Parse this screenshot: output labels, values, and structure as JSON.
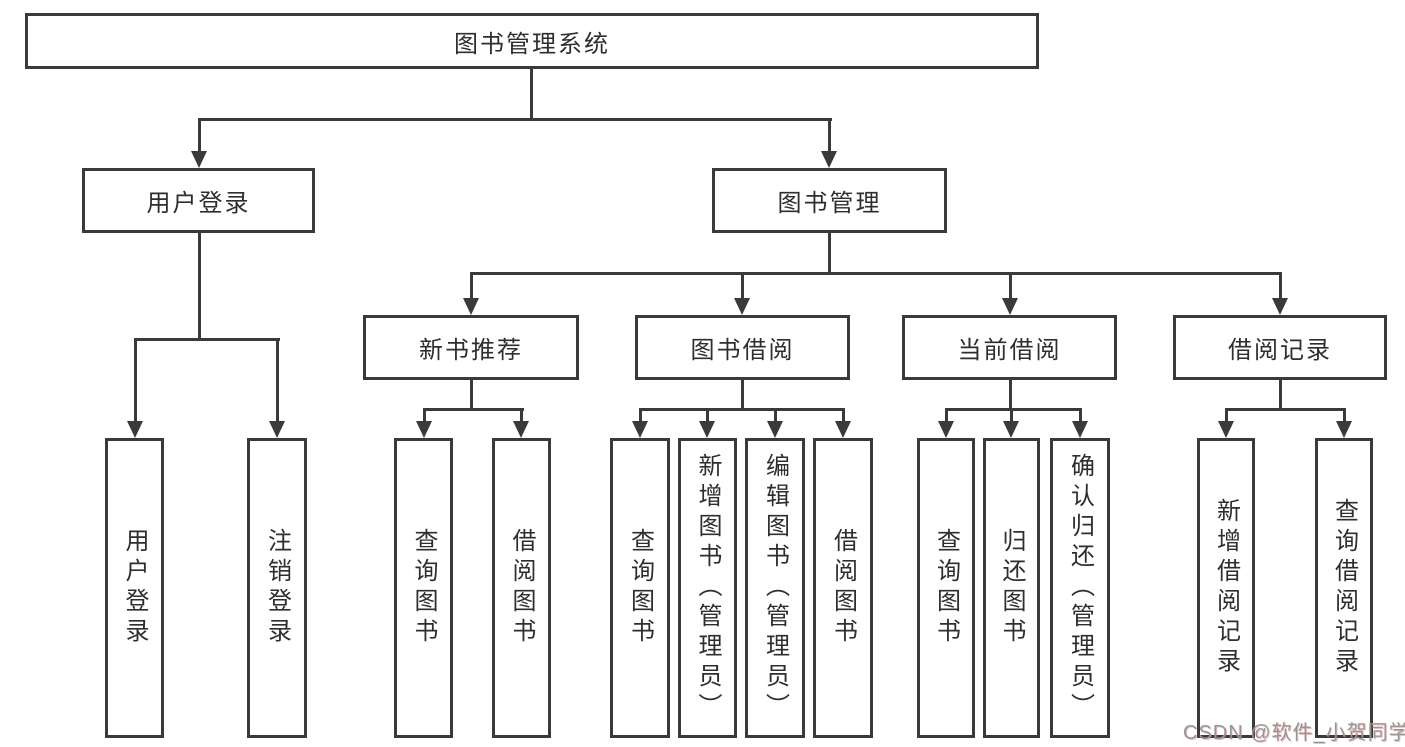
{
  "colors": {
    "line": "#3a3a3a",
    "text": "#2e2e2e",
    "background": "#ffffff",
    "watermark": "#969696"
  },
  "diagram": {
    "title": "图书管理系统",
    "level2": {
      "user_login": "用户登录",
      "book_management": "图书管理"
    },
    "level3": {
      "new_books": "新书推荐",
      "book_borrowing": "图书借阅",
      "current_borrowing": "当前借阅",
      "borrowing_records": "借阅记录"
    },
    "leaves": {
      "user_login": [
        "用户登录",
        "注销登录"
      ],
      "new_books": [
        "查询图书",
        "借阅图书"
      ],
      "book_borrowing": [
        "查询图书",
        "新增图书（管理员）",
        "编辑图书（管理员）",
        "借阅图书"
      ],
      "current_borrowing": [
        "查询图书",
        "归还图书",
        "确认归还（管理员）"
      ],
      "borrowing_records": [
        "新增借阅记录",
        "查询借阅记录"
      ]
    }
  },
  "watermark": "CSDN @软件_小贺同学"
}
